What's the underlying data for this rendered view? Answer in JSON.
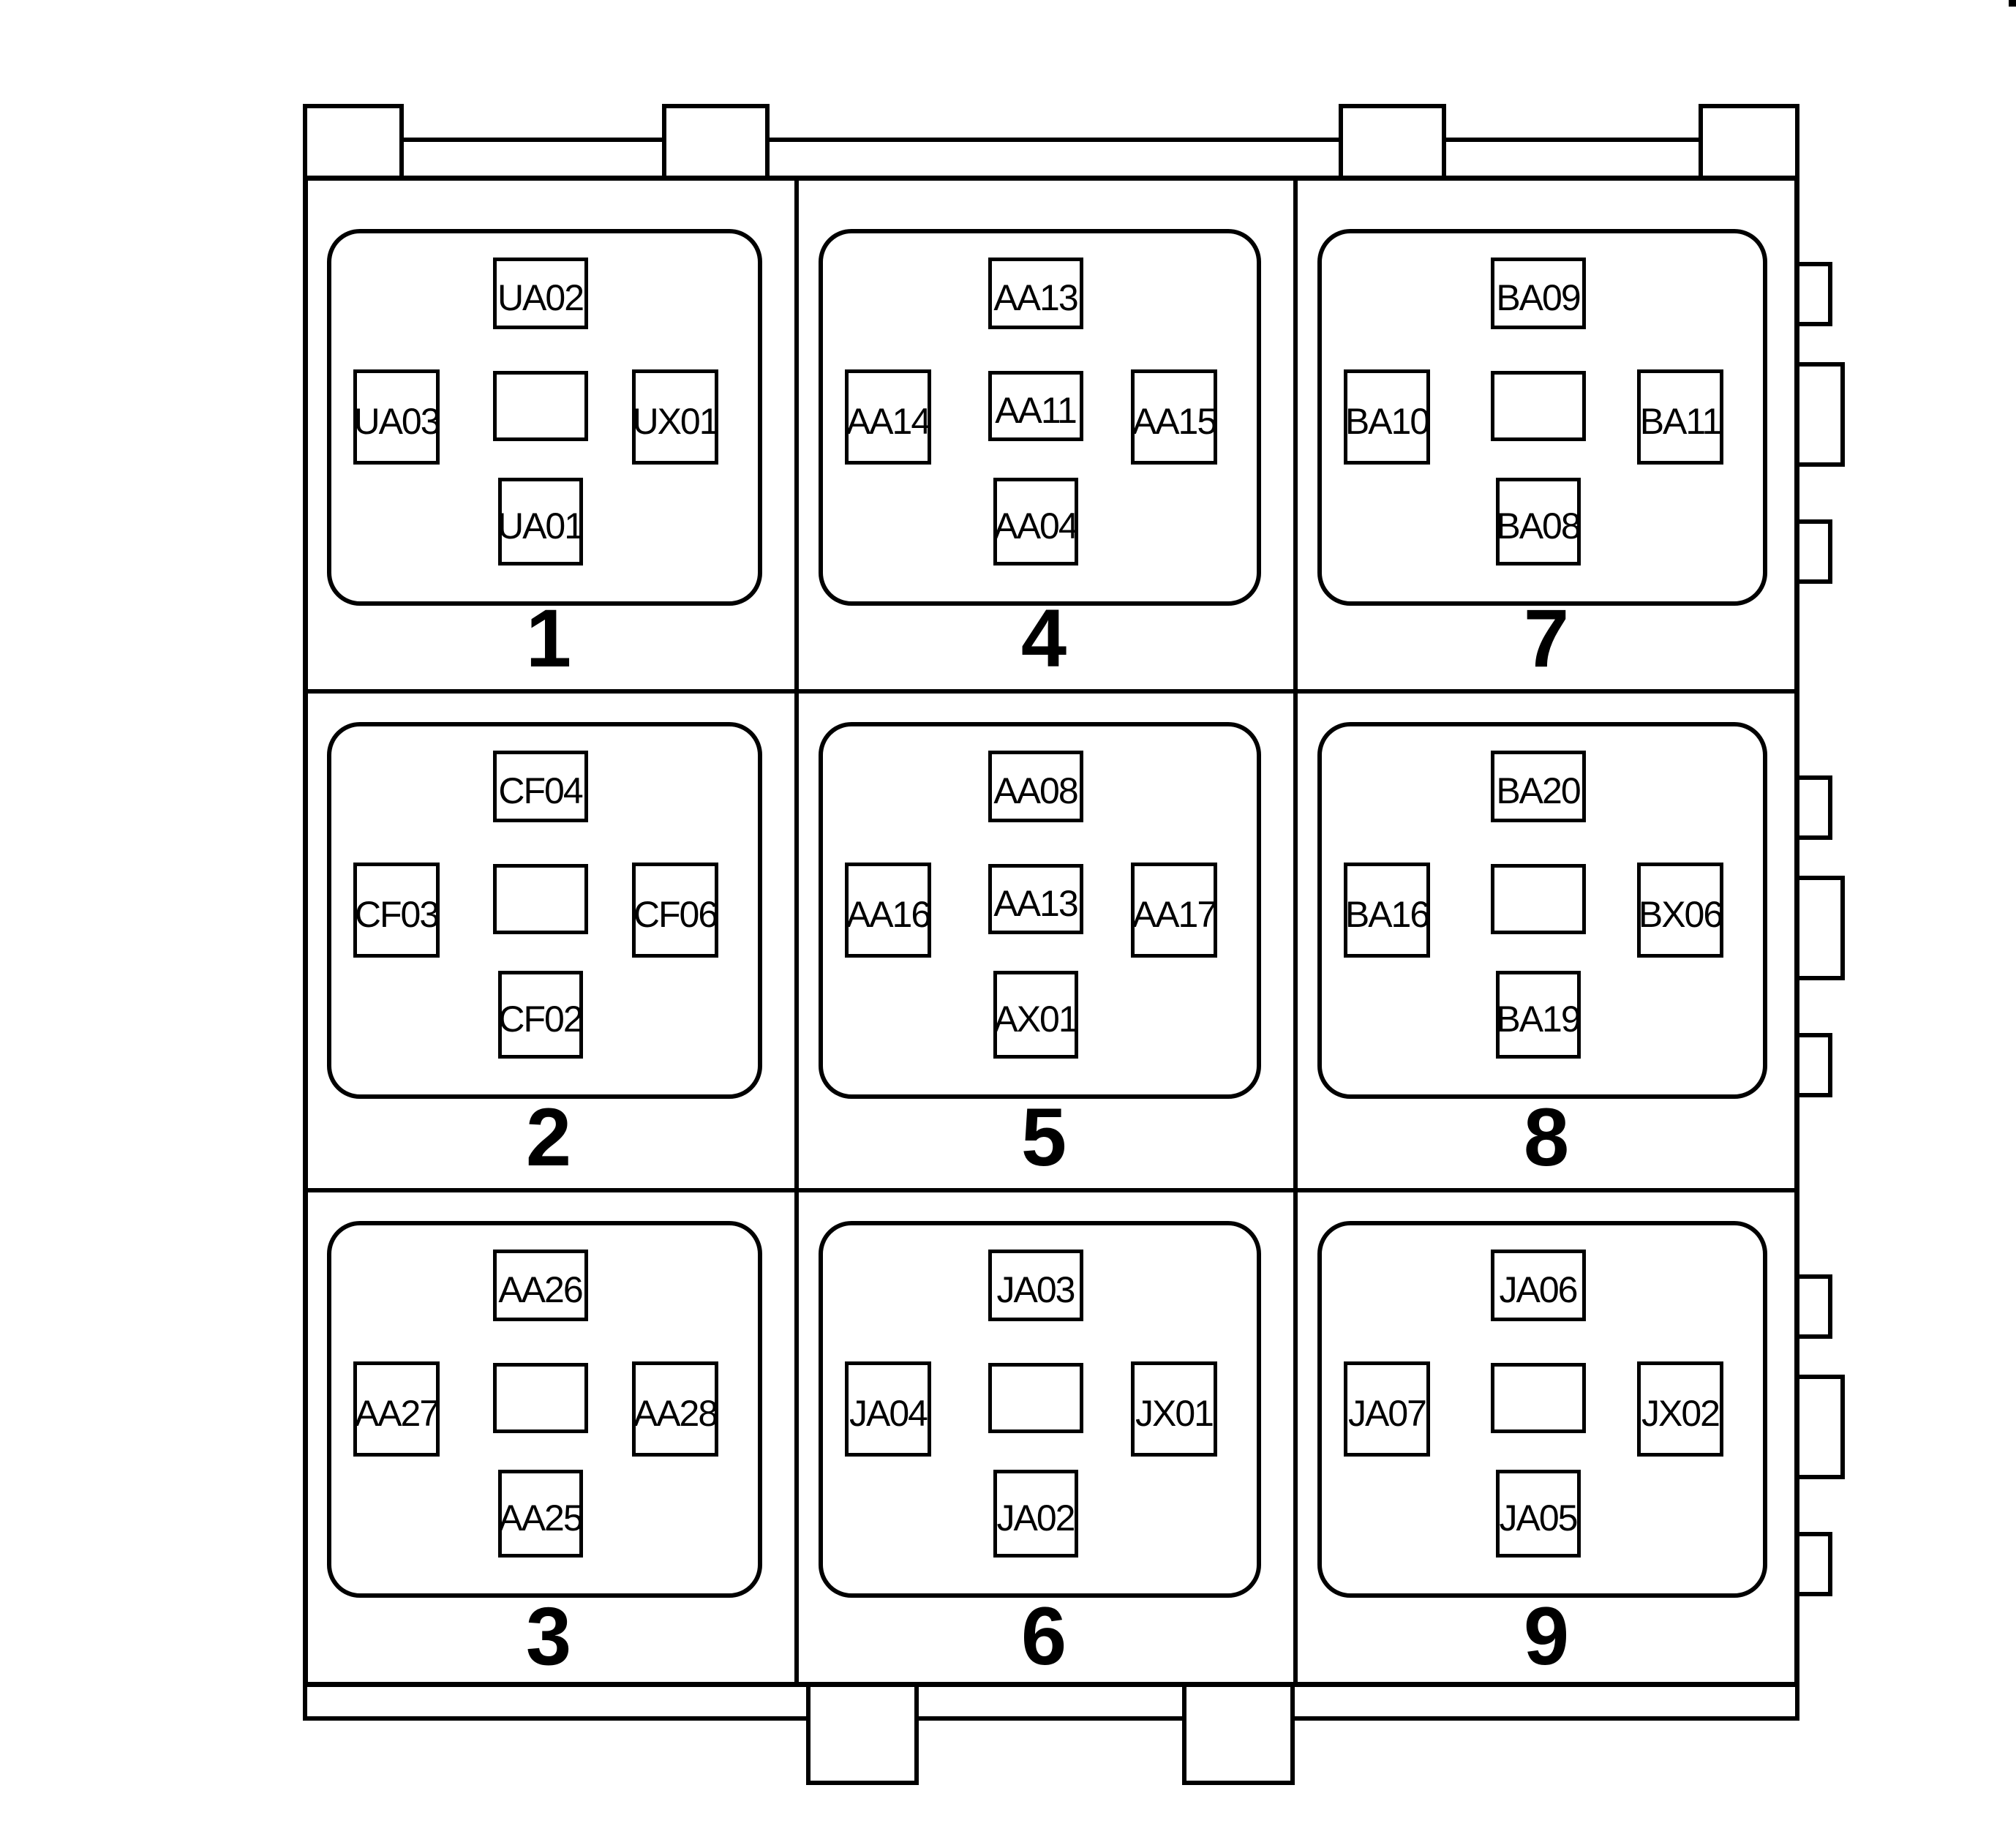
{
  "diagram": {
    "colors": {
      "line": "#000000",
      "background": "#ffffff"
    },
    "panels": [
      {
        "number": "1",
        "row": 0,
        "col": 0,
        "slots": {
          "top": "UA02",
          "left": "UA03",
          "center": "",
          "right": "UX01",
          "bottom": "UA01"
        }
      },
      {
        "number": "2",
        "row": 1,
        "col": 0,
        "slots": {
          "top": "CF04",
          "left": "CF03",
          "center": "",
          "right": "CF06",
          "bottom": "CF02"
        }
      },
      {
        "number": "3",
        "row": 2,
        "col": 0,
        "slots": {
          "top": "AA26",
          "left": "AA27",
          "center": "",
          "right": "AA28",
          "bottom": "AA25"
        }
      },
      {
        "number": "4",
        "row": 0,
        "col": 1,
        "slots": {
          "top": "AA13",
          "left": "AA14",
          "center": "AA11",
          "right": "AA15",
          "bottom": "AA04"
        }
      },
      {
        "number": "5",
        "row": 1,
        "col": 1,
        "slots": {
          "top": "AA08",
          "left": "AA16",
          "center": "AA13",
          "right": "AA17",
          "bottom": "AX01"
        }
      },
      {
        "number": "6",
        "row": 2,
        "col": 1,
        "slots": {
          "top": "JA03",
          "left": "JA04",
          "center": "",
          "right": "JX01",
          "bottom": "JA02"
        }
      },
      {
        "number": "7",
        "row": 0,
        "col": 2,
        "slots": {
          "top": "BA09",
          "left": "BA10",
          "center": "",
          "right": "BA11",
          "bottom": "BA08"
        }
      },
      {
        "number": "8",
        "row": 1,
        "col": 2,
        "slots": {
          "top": "BA20",
          "left": "BA16",
          "center": "",
          "right": "BX06",
          "bottom": "BA19"
        }
      },
      {
        "number": "9",
        "row": 2,
        "col": 2,
        "slots": {
          "top": "JA06",
          "left": "JA07",
          "center": "",
          "right": "JX02",
          "bottom": "JA05"
        }
      }
    ]
  }
}
